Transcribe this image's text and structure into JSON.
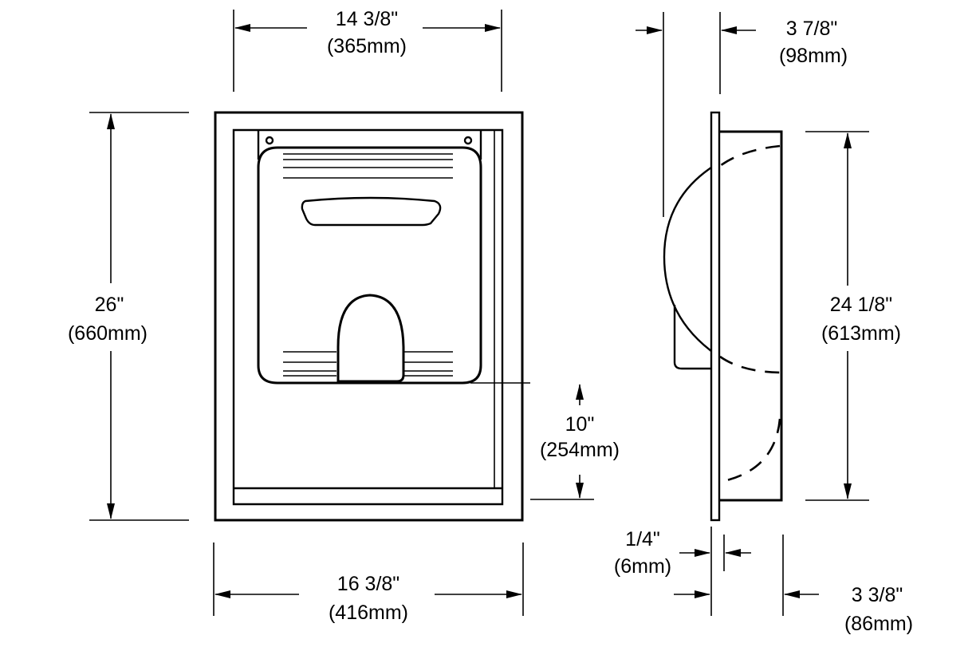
{
  "front_view": {
    "width_top": {
      "imperial": "14 3/8\"",
      "metric": "(365mm)"
    },
    "height_left": {
      "imperial": "26\"",
      "metric": "(660mm)"
    },
    "width_bottom": {
      "imperial": "16 3/8\"",
      "metric": "(416mm)"
    },
    "outlet_height": {
      "imperial": "10\"",
      "metric": "(254mm)"
    }
  },
  "side_view": {
    "projection": {
      "imperial": "3 7/8\"",
      "metric": "(98mm)"
    },
    "box_height": {
      "imperial": "24 1/8\"",
      "metric": "(613mm)"
    },
    "flange": {
      "imperial": "1/4\"",
      "metric": "(6mm)"
    },
    "recess_depth": {
      "imperial": "3 3/8\"",
      "metric": "(86mm)"
    }
  }
}
